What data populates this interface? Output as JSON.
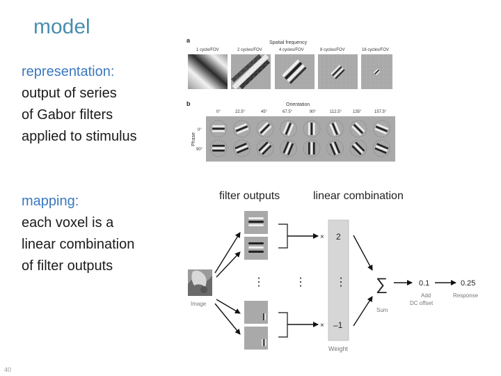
{
  "slide": {
    "title": "model",
    "representation": {
      "heading": "representation:",
      "lines": [
        "output of series",
        "of Gabor filters",
        "applied to stimulus"
      ]
    },
    "mapping": {
      "heading": "mapping:",
      "lines": [
        "each voxel is a",
        "linear combination",
        "of filter outputs"
      ]
    },
    "page_number": "40"
  },
  "figure_top": {
    "panel_a_letter": "a",
    "panel_a_title": "Spatial frequency",
    "spatial_frequency_labels": [
      "1 cycle/FOV",
      "2 cycles/FOV",
      "4 cycles/FOV",
      "8 cycles/FOV",
      "16 cycles/FOV"
    ],
    "panel_b_letter": "b",
    "panel_b_title": "Orientation",
    "orientation_labels": [
      "0°",
      "22.5°",
      "45°",
      "67.5°",
      "90°",
      "112.5°",
      "135°",
      "157.5°"
    ],
    "phase_title": "Phase",
    "phase_labels": [
      "0°",
      "90°"
    ]
  },
  "figure_bottom": {
    "filter_outputs_label": "filter outputs",
    "linear_combination_label": "linear combination",
    "image_label": "Image",
    "weights": [
      "2",
      "–1"
    ],
    "times_symbol": "×",
    "weight_label": "Weight",
    "ellipsis": "⋮",
    "sum_symbol": "∑",
    "sum_label": "Sum",
    "dc_value": "0.1",
    "dc_label_lines": [
      "Add",
      "DC offset"
    ],
    "response_value": "0.25",
    "response_label": "Response"
  }
}
